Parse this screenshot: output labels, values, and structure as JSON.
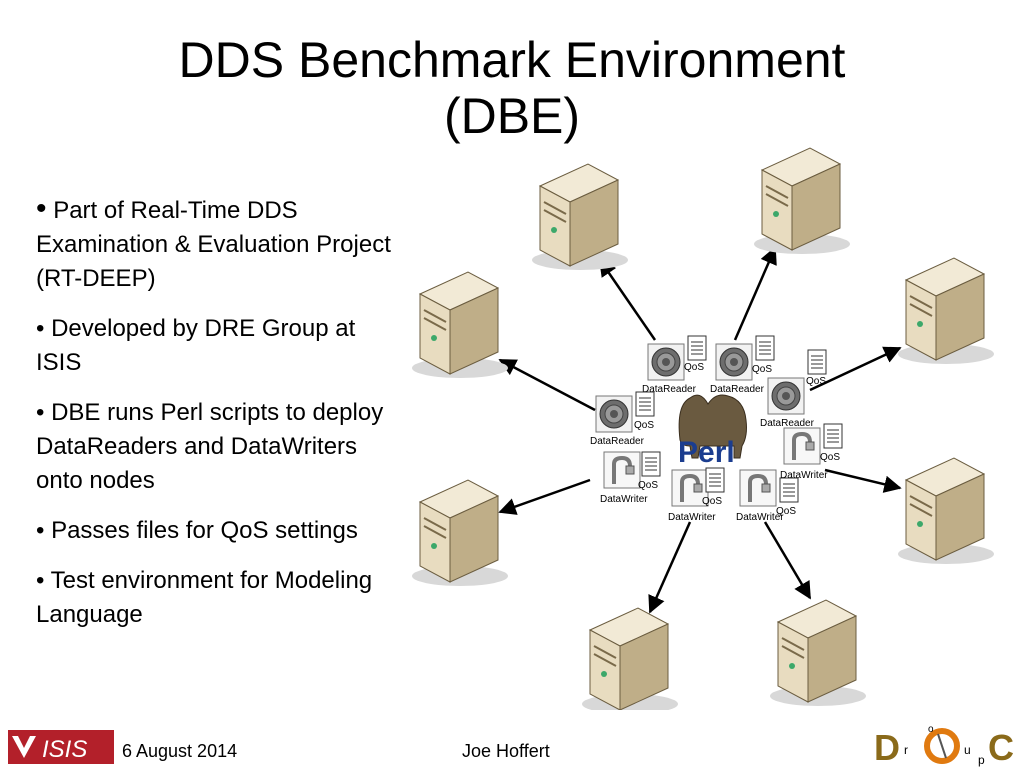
{
  "title_line1": "DDS Benchmark Environment",
  "title_line2": "(DBE)",
  "bullets": [
    "Part of Real-Time DDS Examination & Evaluation Project (RT-DEEP)",
    "Developed by DRE Group at ISIS",
    "DBE runs Perl scripts to deploy DataReaders and DataWriters onto nodes",
    "Passes files for QoS settings",
    "Test environment for Modeling Language"
  ],
  "diagram": {
    "qos_label": "QoS",
    "data_reader_label": "DataReader",
    "data_writer_label": "DataWriter",
    "perl_label": "Perl"
  },
  "footer": {
    "date": "6 August 2014",
    "author": "Joe Hoffert",
    "isis_logo_text": "ISIS",
    "doc_logo_letters": [
      "D",
      "r",
      "o",
      "u",
      "p",
      "C"
    ]
  },
  "colors": {
    "server_body": "#e8dcc0",
    "server_dark": "#bfae88",
    "isis_red": "#b3202a",
    "doc_orange": "#e07a10",
    "perl_blue": "#1b3d8f"
  }
}
